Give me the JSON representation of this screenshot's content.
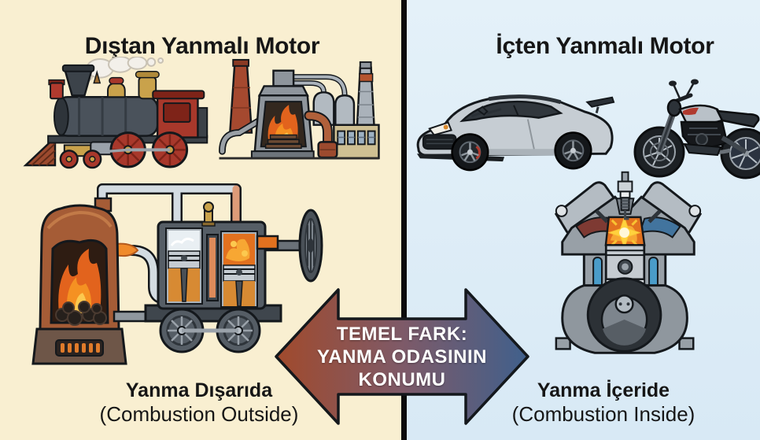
{
  "left_panel": {
    "title": "Dıştan Yanmalı Motor",
    "caption": "Yanma Dışarıda",
    "caption_en": "(Combustion Outside)",
    "background_color": "#f9efd1",
    "illustration_names": [
      "steam-locomotive-icon",
      "factory-furnace-icon",
      "steam-engine-diagram-icon"
    ]
  },
  "right_panel": {
    "title": "İçten Yanmalı Motor",
    "caption": "Yanma İçeride",
    "caption_en": "(Combustion Inside)",
    "background_color": "#d8e9f5",
    "illustration_names": [
      "sports-car-icon",
      "motorcycle-icon",
      "engine-cylinder-diagram-icon"
    ]
  },
  "center_arrow": {
    "text_lines": [
      "TEMEL FARK:",
      "YANMA ODASININ",
      "KONUMU"
    ],
    "gradient_left_color": "#a14a2c",
    "gradient_mid_color": "#7e5a68",
    "gradient_right_color": "#40608c",
    "text_color": "#ffffff"
  },
  "divider_color": "#0b0b0b"
}
